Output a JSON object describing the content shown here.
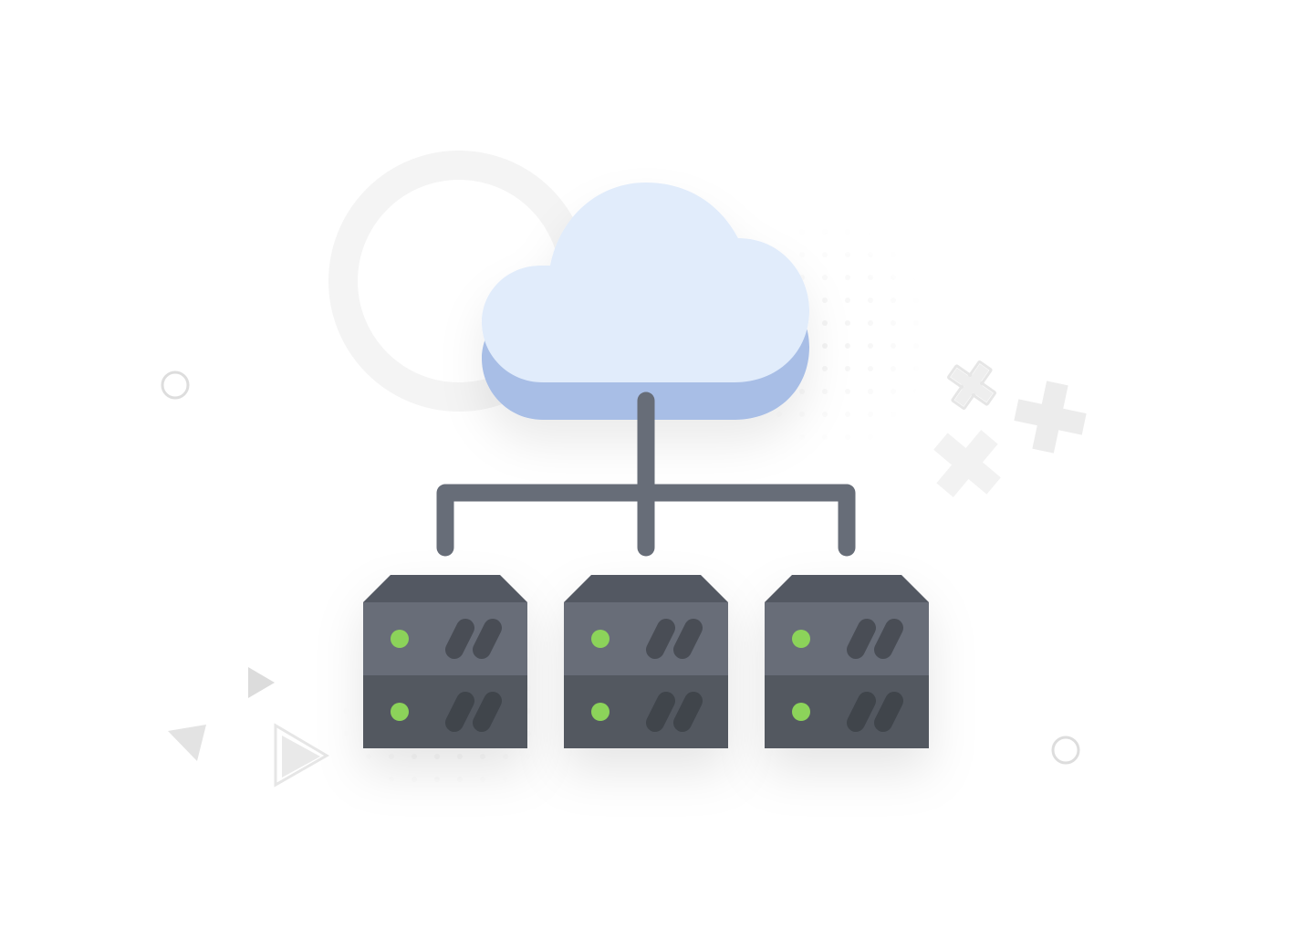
{
  "illustration": {
    "subject": "cloud-connected-to-three-servers",
    "icons": [
      "cloud-icon",
      "server-icon",
      "server-icon",
      "server-icon",
      "connector-lines"
    ],
    "servers": [
      {
        "units": 2,
        "status": [
          "online",
          "online"
        ]
      },
      {
        "units": 2,
        "status": [
          "online",
          "online"
        ]
      },
      {
        "units": 2,
        "status": [
          "online",
          "online"
        ]
      }
    ],
    "decorations": [
      "ring",
      "small-circle",
      "small-circle",
      "plus-signs",
      "triangles",
      "dot-grid"
    ]
  },
  "colors": {
    "background": "#ffffff",
    "cloud_top": "#e1ecfb",
    "cloud_bottom": "#a8bee6",
    "connector": "#676d78",
    "server_cap": "#535962",
    "server_unit_light": "#676d78",
    "server_unit_dark": "#525860",
    "server_slot": "#484d55",
    "status_led": "#8cd35a",
    "decoration": "#e9e9e9",
    "decoration_ring": "#f4f4f4"
  }
}
